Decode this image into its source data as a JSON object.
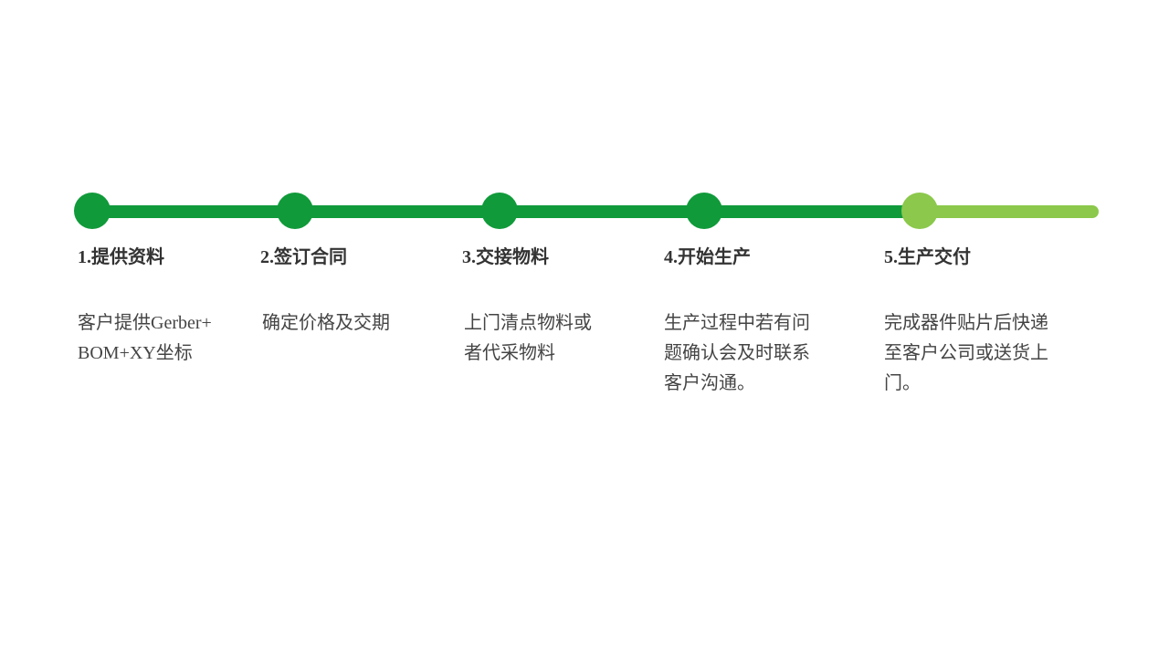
{
  "colors": {
    "primary": "#109a3a",
    "accent": "#8bc84b",
    "title_text": "#333333",
    "body_text": "#444444"
  },
  "steps": [
    {
      "title": "1.提供资料",
      "desc": "客户提供Gerber+BOM+XY坐标",
      "state": "done"
    },
    {
      "title": "2.签订合同",
      "desc": "确定价格及交期",
      "state": "done"
    },
    {
      "title": "3.交接物料",
      "desc": "上门清点物料或者代采物料",
      "state": "done"
    },
    {
      "title": "4.开始生产",
      "desc": "生产过程中若有问题确认会及时联系客户沟通。",
      "state": "done"
    },
    {
      "title": "5.生产交付",
      "desc": "完成器件贴片后快递至客户公司或送货上门。",
      "state": "current"
    }
  ]
}
